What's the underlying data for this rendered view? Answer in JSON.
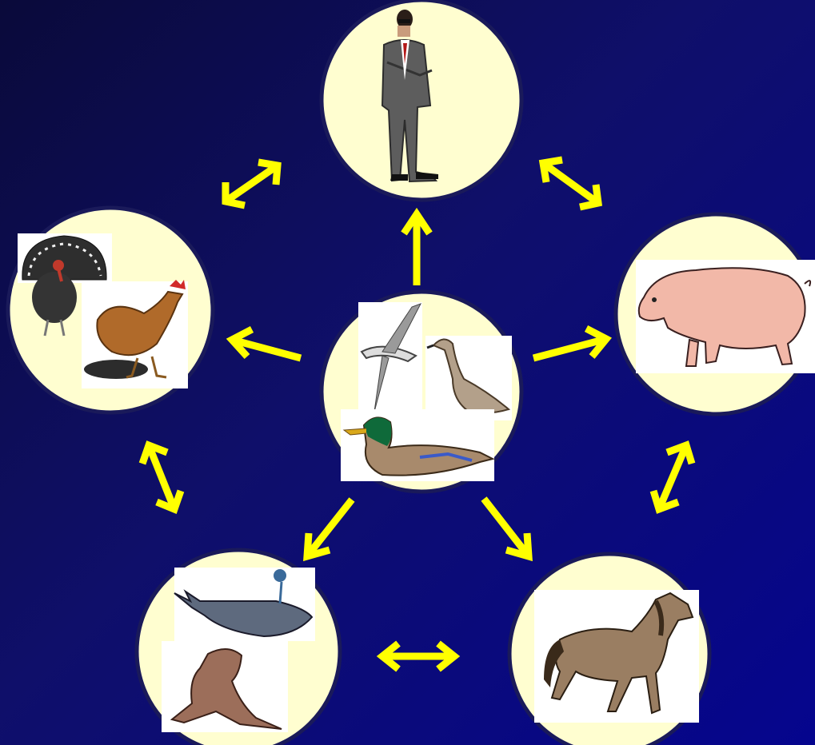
{
  "diagram": {
    "background": "#0a0a6a",
    "node_color": "#fffed0",
    "arrow_color": "#ffff00",
    "nodes": [
      {
        "id": "human",
        "icons": [
          "human-icon"
        ]
      },
      {
        "id": "poultry",
        "icons": [
          "turkey-icon",
          "chicken-icon"
        ]
      },
      {
        "id": "wild-birds",
        "icons": [
          "gull-icon",
          "goose-icon",
          "duck-icon"
        ]
      },
      {
        "id": "pig",
        "icons": [
          "pig-icon"
        ]
      },
      {
        "id": "marine-mammals",
        "icons": [
          "whale-icon",
          "seal-icon"
        ]
      },
      {
        "id": "horse",
        "icons": [
          "horse-icon"
        ]
      }
    ],
    "edges": [
      {
        "from": "wild-birds",
        "to": "human",
        "direction": "one-way"
      },
      {
        "from": "wild-birds",
        "to": "poultry",
        "direction": "one-way"
      },
      {
        "from": "wild-birds",
        "to": "pig",
        "direction": "one-way"
      },
      {
        "from": "wild-birds",
        "to": "marine-mammals",
        "direction": "one-way"
      },
      {
        "from": "wild-birds",
        "to": "horse",
        "direction": "one-way"
      },
      {
        "from": "poultry",
        "to": "human",
        "direction": "two-way"
      },
      {
        "from": "human",
        "to": "pig",
        "direction": "two-way"
      },
      {
        "from": "poultry",
        "to": "marine-mammals",
        "direction": "two-way"
      },
      {
        "from": "pig",
        "to": "horse",
        "direction": "two-way"
      },
      {
        "from": "marine-mammals",
        "to": "horse",
        "direction": "two-way"
      }
    ]
  }
}
